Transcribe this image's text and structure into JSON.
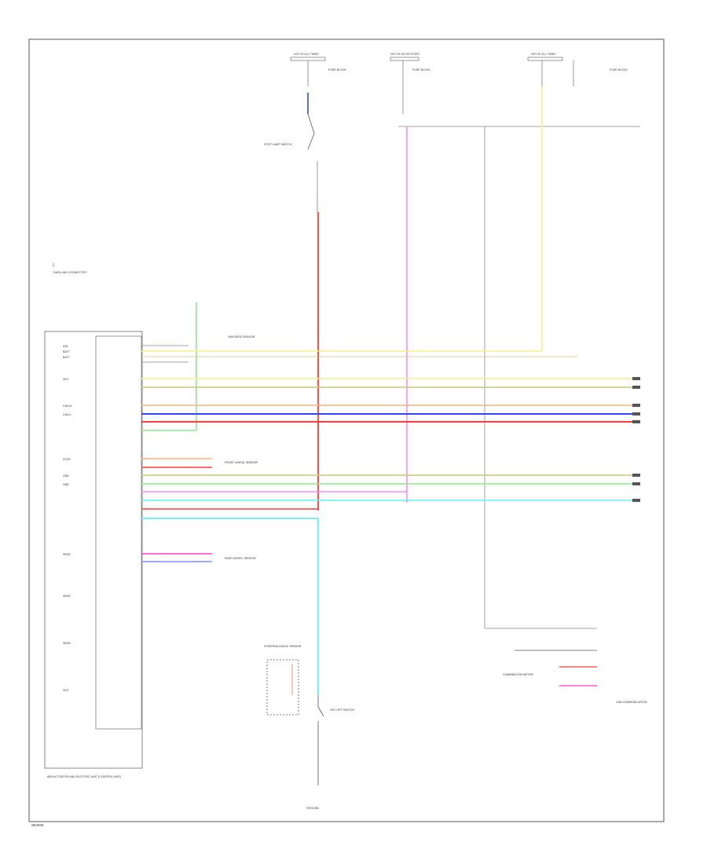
{
  "footer_id": "WHE00",
  "fuse_boxes": {
    "left": "HOT AT ALL TIMES",
    "middle": "HOT IN ON OR START",
    "right": "HOT AT ALL TIMES"
  },
  "fuse_labels": {
    "left": "FUSE BLOCK",
    "middle": "FUSE BLOCK",
    "right": "FUSE BLOCK"
  },
  "components": {
    "stop_lamp_switch": "STOP LAMP SWITCH",
    "data_link": "DATA LINK CONNECTOR",
    "abs_actuator": "ABS ACTUATOR AND ELECTRIC UNIT (CONTROL UNIT)",
    "steering_angle": "STEERING ANGLE SENSOR",
    "yaw_rate": "YAW RATE SENSOR",
    "vdc_off": "VDC OFF SWITCH",
    "wheel_sensor_fr": "FRONT WHEEL SENSOR",
    "wheel_sensor_rr": "REAR WHEEL SENSOR",
    "ground": "GROUND",
    "combination_meter": "COMBINATION METER",
    "right_connector": "CAN COMMUNICATION"
  },
  "pin_labels": [
    "IGN",
    "BATT",
    "BATT",
    "VDC",
    "CAN-H",
    "CAN-L",
    "STOP",
    "GND",
    "GND",
    "SENS",
    "SENS",
    "SENS",
    "VDC"
  ],
  "wire_colors": {
    "red": "#ff3b3b",
    "blue": "#3344ff",
    "yellow": "#f5f08a",
    "green": "#8fe88f",
    "pink": "#ff8bff",
    "cyan": "#66f0f0",
    "orange": "#ffb07a",
    "grey": "#888888",
    "magenta": "#ff3bd0",
    "olive": "#c8c870"
  }
}
